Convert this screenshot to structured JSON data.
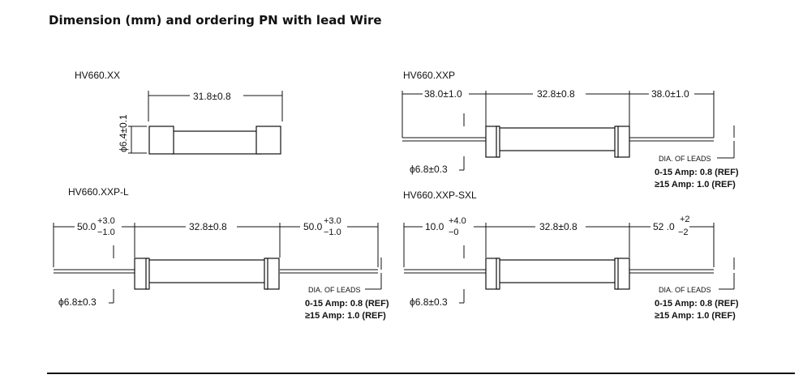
{
  "heading": "Dimension (mm) and ordering PN with lead Wire",
  "models": {
    "hv660_xx": {
      "label": "HV660.XX",
      "length": "31.8±0.8",
      "diameter": "ϕ6.4±0.1"
    },
    "hv660_xxp": {
      "label": "HV660.XXP",
      "lead_left": "38.0±1.0",
      "length": "32.8±0.8",
      "lead_right": "38.0±1.0",
      "diameter": "ϕ6.8±0.3",
      "leads_note": "DIA. OF LEADS",
      "amp_low": "0-15 Amp: 0.8 (REF)",
      "amp_high": "≥15 Amp: 1.0 (REF)"
    },
    "hv660_xxp_l": {
      "label": "HV660.XXP-L",
      "lead_left_base": "50.0",
      "lead_left_plus": "+3.0",
      "lead_left_minus": "−1.0",
      "length": "32.8±0.8",
      "lead_right_base": "50.0",
      "lead_right_plus": "+3.0",
      "lead_right_minus": "−1.0",
      "diameter": "ϕ6.8±0.3",
      "leads_note": "DIA. OF LEADS",
      "amp_low": "0-15 Amp: 0.8 (REF)",
      "amp_high": "≥15 Amp: 1.0 (REF)"
    },
    "hv660_xxp_sxl": {
      "label": "HV660.XXP-SXL",
      "lead_left_base": "10.0",
      "lead_left_plus": "+4.0",
      "lead_left_minus": "−0",
      "length": "32.8±0.8",
      "lead_right_base": "52 .0",
      "lead_right_plus": "+2",
      "lead_right_minus": "−2",
      "diameter": "ϕ6.8±0.3",
      "leads_note": "DIA. OF LEADS",
      "amp_low": "0-15 Amp: 0.8 (REF)",
      "amp_high": "≥15 Amp: 1.0 (REF)"
    }
  }
}
